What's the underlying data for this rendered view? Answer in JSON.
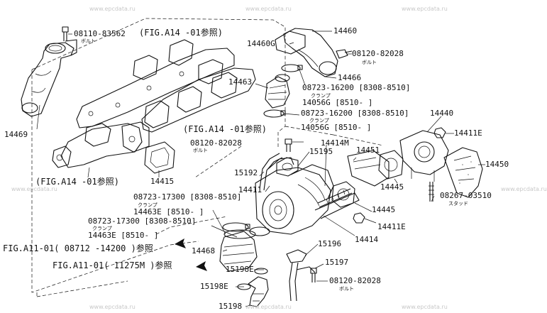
{
  "watermarks": [
    "www.epcdata.ru",
    "www.epcdata.ru",
    "www.epcdata.ru",
    "www.epcdata.ru",
    "www.epcdata.ru",
    "www.epcdata.ru",
    "www.epcdata.ru",
    "www.epcdata.ru"
  ],
  "labels": {
    "p08110_83562": "08110-83562",
    "bolt1": "ボルト",
    "fig_a14_top": "(FIG.A14 -01参照)",
    "p14469": "14469",
    "p14460": "14460",
    "p14460g": "14460G",
    "p08120_82028_top": "08120-82028",
    "bolt2": "ボルト",
    "p14466": "14466",
    "p14463": "14463",
    "p08723_16200_a": "08723-16200 [8308-8510]",
    "clamp1": "クランプ",
    "p14056g_a": "14056G [8510-      ]",
    "p08723_16200_b": "08723-16200 [8308-8510]",
    "clamp2": "クランプ",
    "p14056g_b": "14056G [8510-      ]",
    "fig_a14_mid": "(FIG.A14 -01参照)",
    "p14440": "14440",
    "p14411e_top": "14411E",
    "p08120_82028_mid": "08120-82028",
    "bolt3": "ボルト",
    "p14414m": "14414M",
    "p15195": "15195",
    "p14451": "14451",
    "p14415": "14415",
    "p14450": "14450",
    "p15192": "15192",
    "p14411": "14411",
    "p14445_a": "14445",
    "fig_a14_left": "(FIG.A14 -01参照)",
    "p08723_17300_a": "08723-17300 [8308-8510]",
    "clamp3": "クランプ",
    "p14463e_a": "14463E [8510-      ]",
    "p08267_03510": "08267-03510",
    "stud": "スタッド",
    "p14445_b": "14445",
    "p08723_17300_b": "08723-17300 [8308-8510]",
    "clamp4": "クランプ",
    "p14463e_b": "14463E [8510-      ]",
    "p14411e_mid": "14411E",
    "p14414": "14414",
    "fig_a11_1": "FIG.A11-01( 08712 -14200 )参照",
    "p14468": "14468",
    "p15196": "15196",
    "fig_a11_2": "FIG.A11-01( 11275M )参照",
    "p15197": "15197",
    "p15198e_a": "15198E",
    "p08120_82028_bot": "08120-82028",
    "bolt4": "ボルト",
    "p15198e_b": "15198E",
    "p15198": "15198"
  }
}
